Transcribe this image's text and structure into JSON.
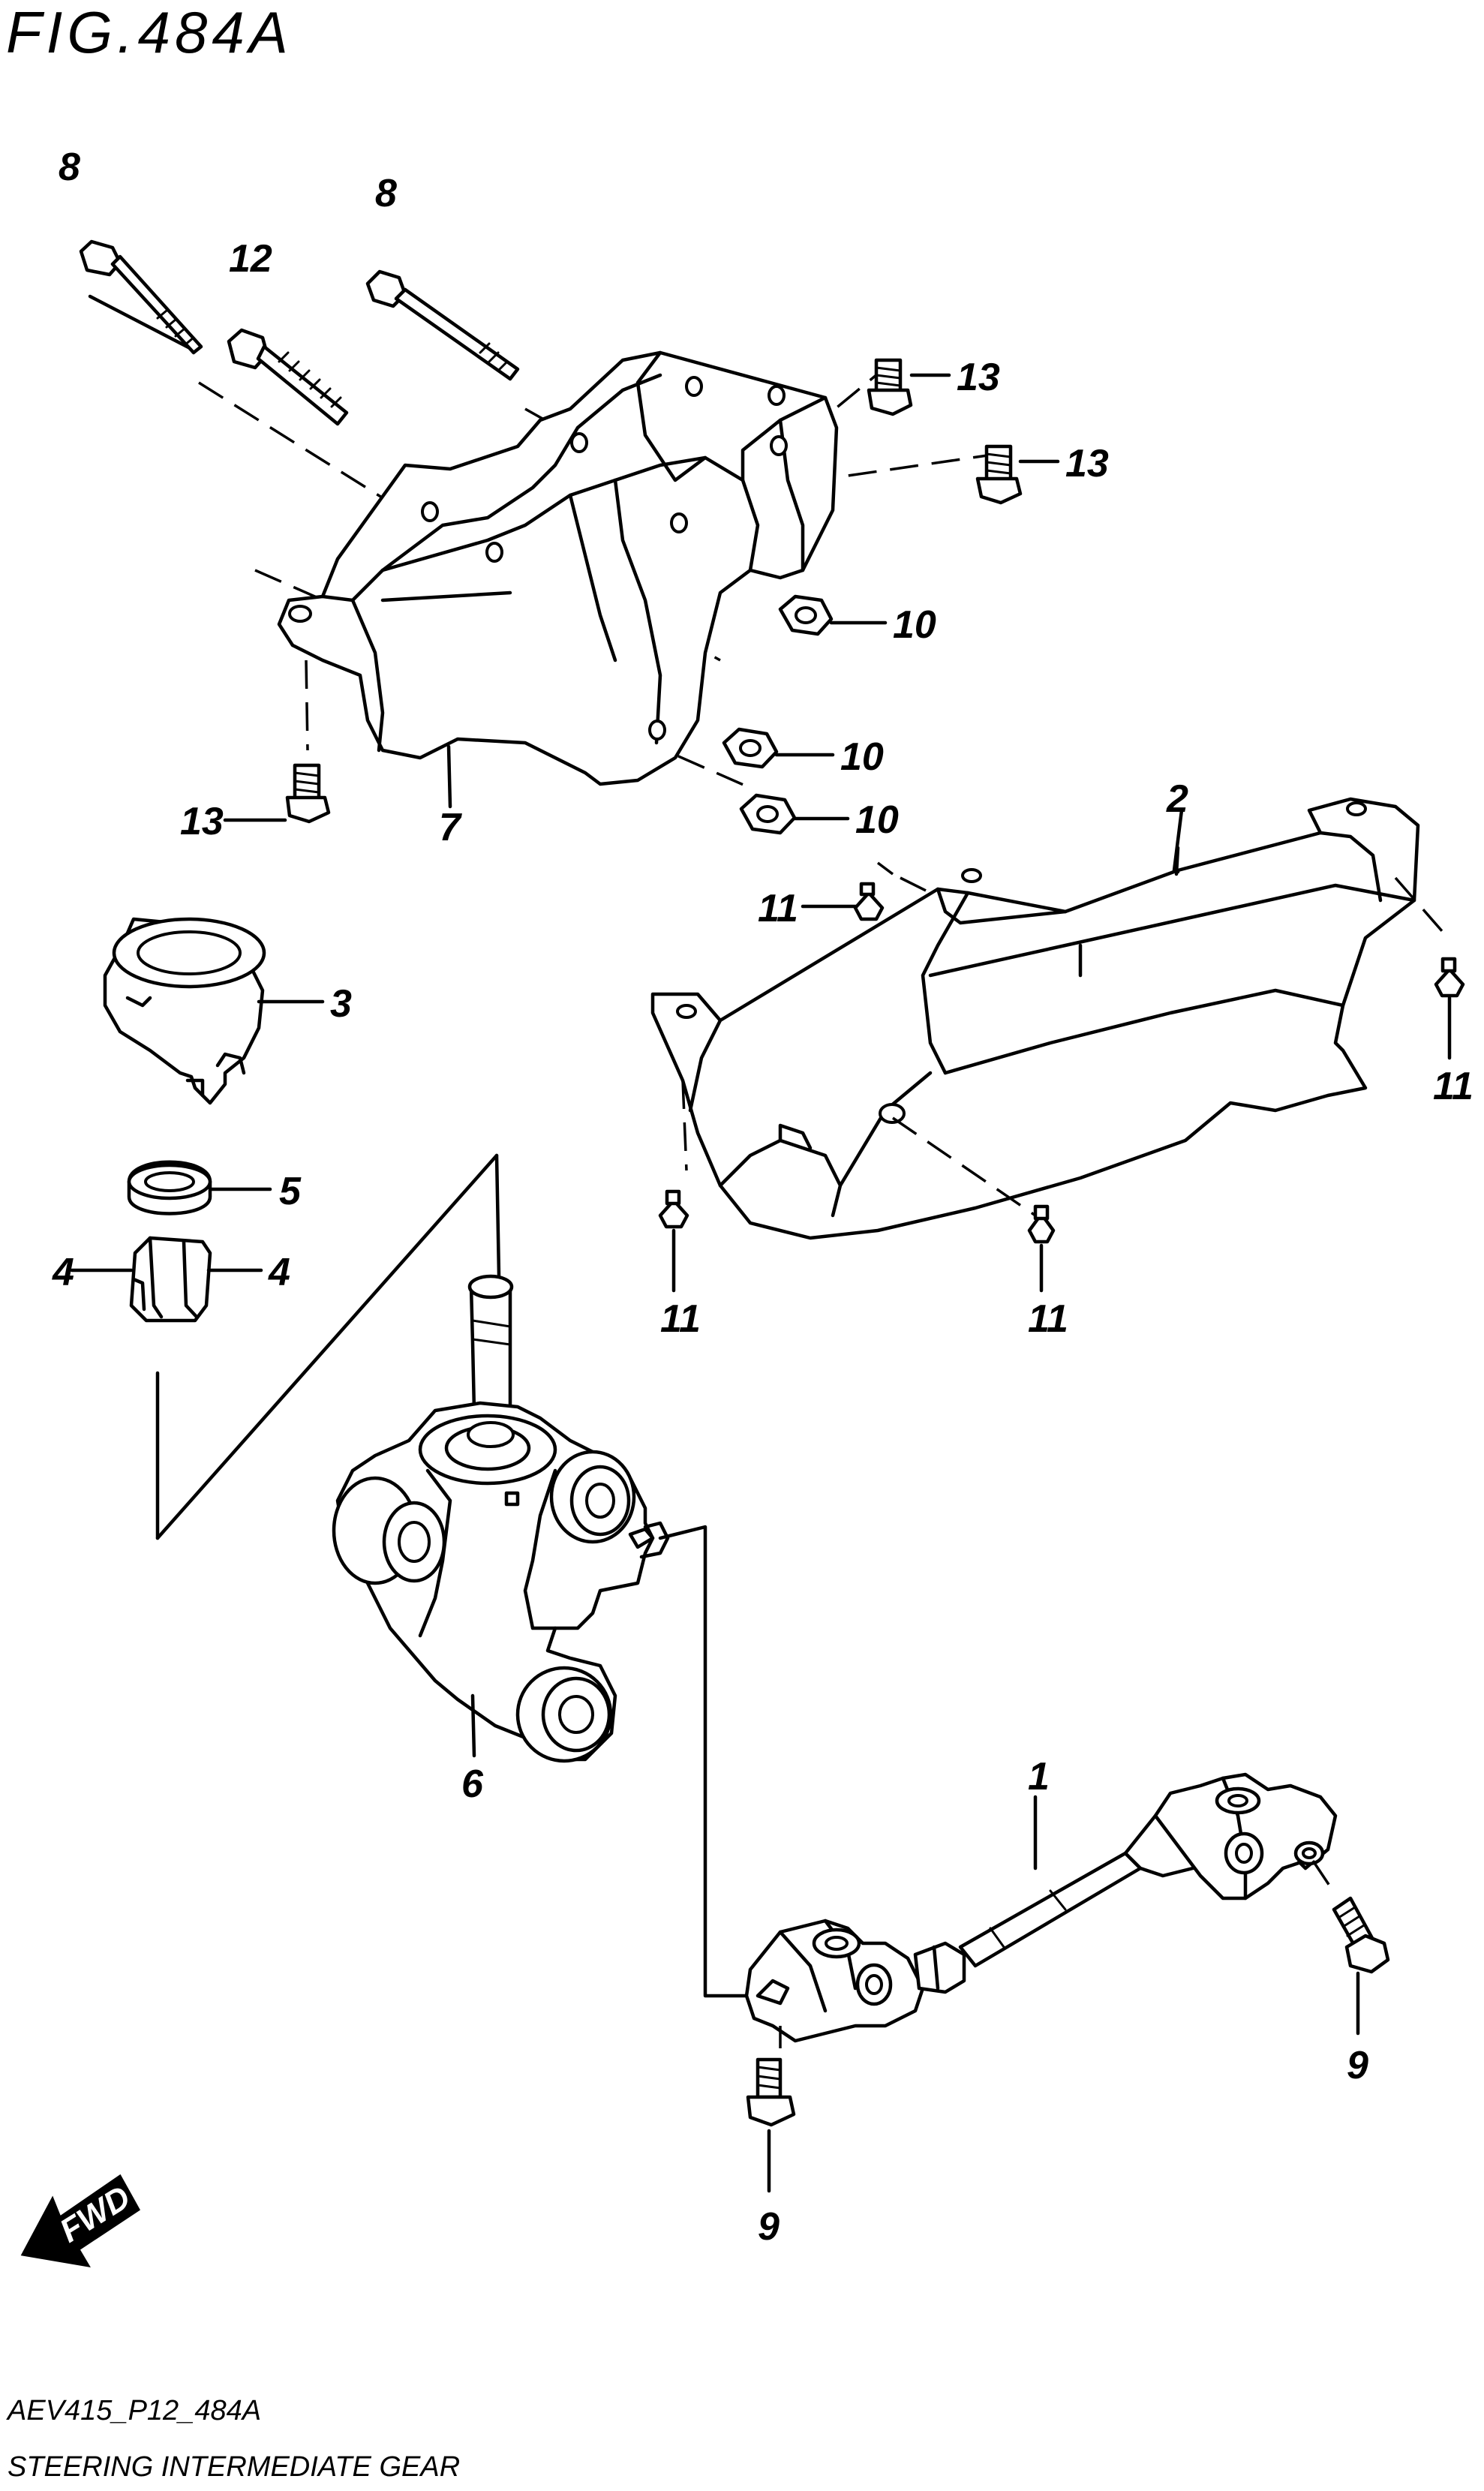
{
  "figure": {
    "title": "FIG.484A",
    "code": "AEV415_P12_484A",
    "name": "STEERING INTERMEDIATE GEAR",
    "direction_label": "FWD"
  },
  "callouts": [
    {
      "id": "c-8a",
      "num": "8"
    },
    {
      "id": "c-8b",
      "num": "8"
    },
    {
      "id": "c-12",
      "num": "12"
    },
    {
      "id": "c-13a",
      "num": "13"
    },
    {
      "id": "c-13b",
      "num": "13"
    },
    {
      "id": "c-13c",
      "num": "13"
    },
    {
      "id": "c-10a",
      "num": "10"
    },
    {
      "id": "c-10b",
      "num": "10"
    },
    {
      "id": "c-10c",
      "num": "10"
    },
    {
      "id": "c-7",
      "num": "7"
    },
    {
      "id": "c-2",
      "num": "2"
    },
    {
      "id": "c-11a",
      "num": "11"
    },
    {
      "id": "c-11b",
      "num": "11"
    },
    {
      "id": "c-11c",
      "num": "11"
    },
    {
      "id": "c-11d",
      "num": "11"
    },
    {
      "id": "c-3",
      "num": "3"
    },
    {
      "id": "c-5",
      "num": "5"
    },
    {
      "id": "c-4a",
      "num": "4"
    },
    {
      "id": "c-4b",
      "num": "4"
    },
    {
      "id": "c-6",
      "num": "6"
    },
    {
      "id": "c-1",
      "num": "1"
    },
    {
      "id": "c-9a",
      "num": "9"
    },
    {
      "id": "c-9b",
      "num": "9"
    }
  ]
}
